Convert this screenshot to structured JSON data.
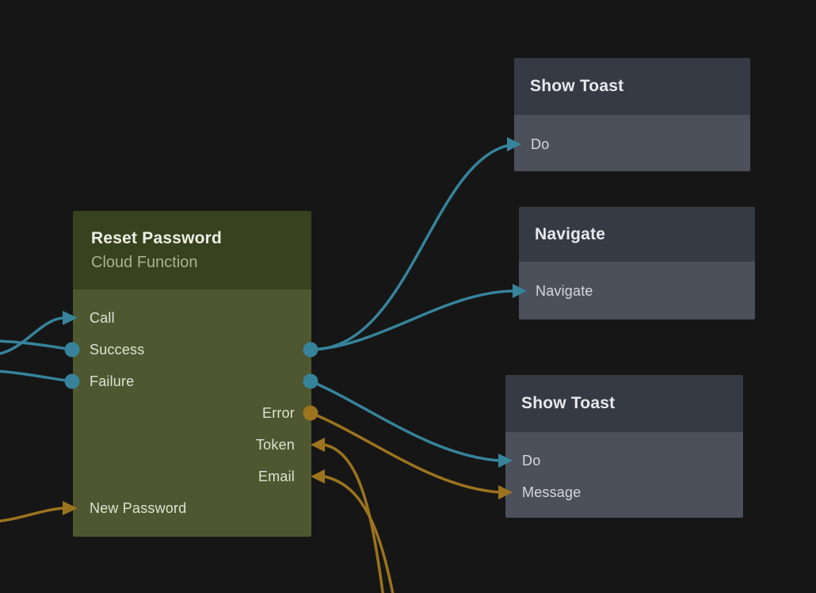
{
  "colors": {
    "background": "#161616",
    "exec_wire": "#36839b",
    "data_wire": "#9c731e",
    "function_node_header": "#39421e",
    "function_node_body": "#4e572f",
    "action_node_header": "#363a44",
    "action_node_body": "#4c505b"
  },
  "nodes": [
    {
      "id": "reset-password",
      "title": "Reset Password",
      "subtitle": "Cloud Function",
      "ports": [
        {
          "label": "Call",
          "side": "left",
          "connector": "arrow-in",
          "type": "signal"
        },
        {
          "label": "Success",
          "side": "both",
          "connector": "circle",
          "type": "signal"
        },
        {
          "label": "Failure",
          "side": "both",
          "connector": "circle",
          "type": "signal"
        },
        {
          "label": "Error",
          "side": "right",
          "connector": "circle",
          "type": "data"
        },
        {
          "label": "Token",
          "side": "right",
          "connector": "arrow-in",
          "type": "data"
        },
        {
          "label": "Email",
          "side": "right",
          "connector": "arrow-in",
          "type": "data"
        },
        {
          "label": "New Password",
          "side": "left",
          "connector": "arrow-in",
          "type": "data"
        }
      ]
    },
    {
      "id": "show-toast-top",
      "title": "Show Toast",
      "ports": [
        {
          "label": "Do",
          "side": "left",
          "connector": "arrow-in",
          "type": "signal"
        }
      ]
    },
    {
      "id": "navigate",
      "title": "Navigate",
      "ports": [
        {
          "label": "Navigate",
          "side": "left",
          "connector": "arrow-in",
          "type": "signal"
        }
      ]
    },
    {
      "id": "show-toast-bottom",
      "title": "Show Toast",
      "ports": [
        {
          "label": "Do",
          "side": "left",
          "connector": "arrow-in",
          "type": "signal"
        },
        {
          "label": "Message",
          "side": "left",
          "connector": "arrow-in",
          "type": "data"
        }
      ]
    }
  ],
  "connections": [
    {
      "from": "offscreen-left",
      "to": "reset-password.Call",
      "type": "signal"
    },
    {
      "from": "reset-password.Success",
      "to": "offscreen-left",
      "type": "signal"
    },
    {
      "from": "reset-password.Failure",
      "to": "offscreen-left",
      "type": "signal"
    },
    {
      "from": "reset-password.Success",
      "to": "show-toast-top.Do",
      "type": "signal"
    },
    {
      "from": "reset-password.Success",
      "to": "navigate.Navigate",
      "type": "signal"
    },
    {
      "from": "reset-password.Failure",
      "to": "show-toast-bottom.Do",
      "type": "signal"
    },
    {
      "from": "reset-password.Error",
      "to": "show-toast-bottom.Message",
      "type": "data"
    },
    {
      "from": "offscreen-bottom",
      "to": "reset-password.Token",
      "type": "data"
    },
    {
      "from": "offscreen-bottom",
      "to": "reset-password.Email",
      "type": "data"
    },
    {
      "from": "offscreen-left",
      "to": "reset-password.New Password",
      "type": "data"
    }
  ]
}
